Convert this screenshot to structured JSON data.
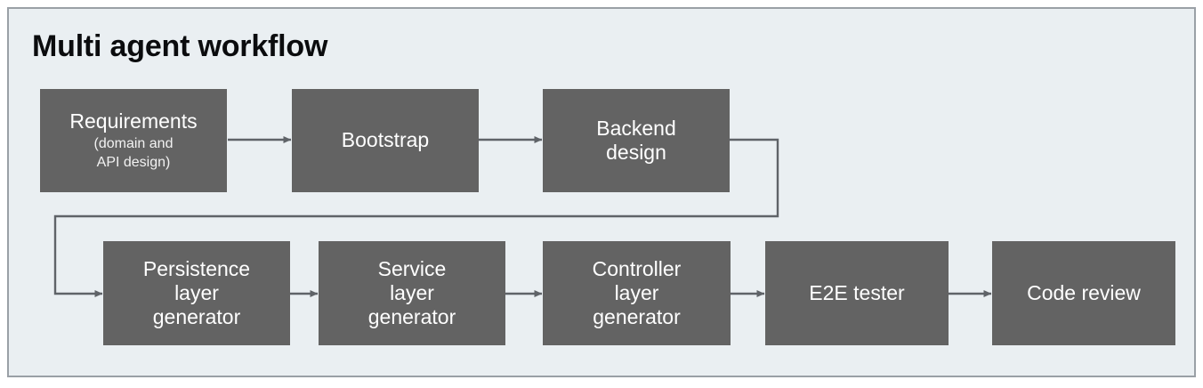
{
  "panel": {
    "title": "Multi agent workflow",
    "background_color": "#eaeff2",
    "border_color": "#9aa0a6",
    "node_fill_color": "#636363",
    "node_text_color": "#ffffff",
    "connector_color": "#5f6368"
  },
  "diagram": {
    "type": "flowchart",
    "orientation": "left-to-right with wrap to second row",
    "nodes": [
      {
        "id": "requirements",
        "label": "Requirements",
        "sublabel_line1": "(domain and",
        "sublabel_line2": "API design)",
        "row": 1
      },
      {
        "id": "bootstrap",
        "label": "Bootstrap",
        "row": 1
      },
      {
        "id": "backend-design",
        "label_line1": "Backend",
        "label_line2": "design",
        "row": 1
      },
      {
        "id": "persistence-layer-generator",
        "label_line1": "Persistence",
        "label_line2": "layer",
        "label_line3": "generator",
        "row": 2
      },
      {
        "id": "service-layer-generator",
        "label_line1": "Service",
        "label_line2": "layer",
        "label_line3": "generator",
        "row": 2
      },
      {
        "id": "controller-layer-generator",
        "label_line1": "Controller",
        "label_line2": "layer",
        "label_line3": "generator",
        "row": 2
      },
      {
        "id": "e2e-tester",
        "label": "E2E tester",
        "row": 2
      },
      {
        "id": "code-review",
        "label": "Code review",
        "row": 2
      }
    ],
    "edges": [
      {
        "from": "requirements",
        "to": "bootstrap",
        "style": "straight-arrow"
      },
      {
        "from": "bootstrap",
        "to": "backend-design",
        "style": "straight-arrow"
      },
      {
        "from": "backend-design",
        "to": "persistence-layer-generator",
        "style": "elbow-wrap-arrow"
      },
      {
        "from": "persistence-layer-generator",
        "to": "service-layer-generator",
        "style": "straight-arrow"
      },
      {
        "from": "service-layer-generator",
        "to": "controller-layer-generator",
        "style": "straight-arrow"
      },
      {
        "from": "controller-layer-generator",
        "to": "e2e-tester",
        "style": "straight-arrow"
      },
      {
        "from": "e2e-tester",
        "to": "code-review",
        "style": "straight-arrow"
      }
    ]
  }
}
